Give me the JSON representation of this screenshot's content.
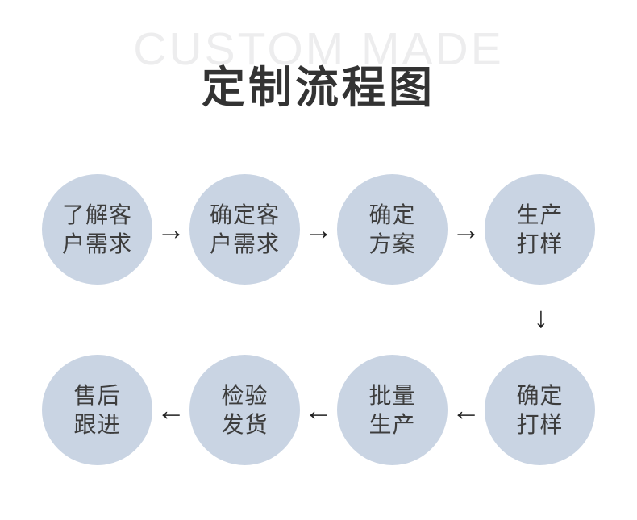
{
  "watermark": "CUSTOM MADE",
  "title": "定制流程图",
  "colors": {
    "background": "#ffffff",
    "circle_fill": "#c9d4e3",
    "step_text": "#3d3d3d",
    "title_text": "#333333",
    "arrow": "#1f1f1f",
    "watermark_text": "#ededee"
  },
  "arrows": {
    "right": "→",
    "left": "←",
    "down": "↓"
  },
  "steps": [
    {
      "line1": "了解客",
      "line2": "户需求"
    },
    {
      "line1": "确定客",
      "line2": "户需求"
    },
    {
      "line1": "确定",
      "line2": "方案"
    },
    {
      "line1": "生产",
      "line2": "打样"
    },
    {
      "line1": "确定",
      "line2": "打样"
    },
    {
      "line1": "批量",
      "line2": "生产"
    },
    {
      "line1": "检验",
      "line2": "发货"
    },
    {
      "line1": "售后",
      "line2": "跟进"
    }
  ]
}
